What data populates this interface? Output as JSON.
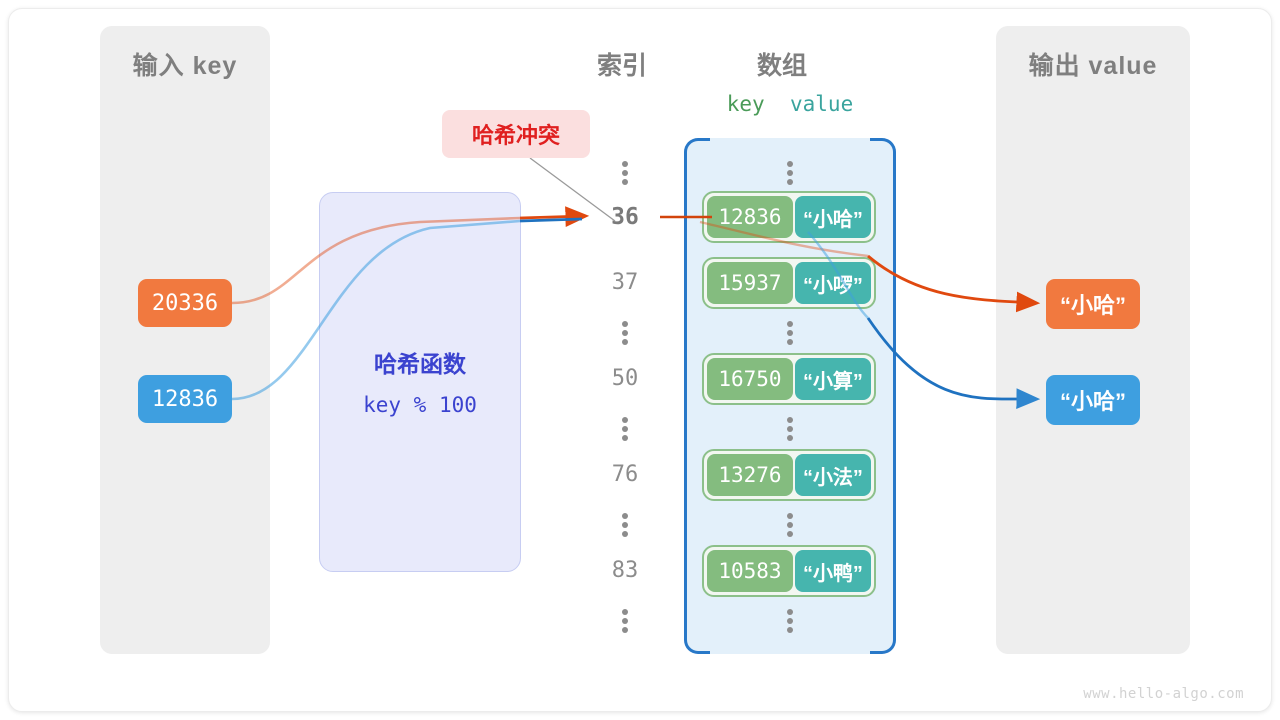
{
  "diagram": {
    "title_watermark": "www.hello-algo.com",
    "input_panel": {
      "title": "输入 key"
    },
    "output_panel": {
      "title": "输出 value"
    },
    "columns": {
      "index": "索引",
      "array": "数组",
      "key": "key",
      "value": "value"
    },
    "hash_function": {
      "title": "哈希函数",
      "formula": "key % 100"
    },
    "collision_label": "哈希冲突",
    "input_keys": [
      {
        "value": "20336",
        "color": "#f1793f"
      },
      {
        "value": "12836",
        "color": "#3e9fe0"
      }
    ],
    "output_values": [
      {
        "value": "“小哈”",
        "color": "#f1793f"
      },
      {
        "value": "“小哈”",
        "color": "#3e9fe0"
      }
    ],
    "indices": [
      {
        "label": "36",
        "highlight": true
      },
      {
        "label": "37",
        "highlight": false
      },
      {
        "label": "50",
        "highlight": false
      },
      {
        "label": "76",
        "highlight": false
      },
      {
        "label": "83",
        "highlight": false
      }
    ],
    "buckets": [
      {
        "key": "12836",
        "value": "“小哈”"
      },
      {
        "key": "15937",
        "value": "“小啰”"
      },
      {
        "key": "16750",
        "value": "“小算”"
      },
      {
        "key": "13276",
        "value": "“小法”"
      },
      {
        "key": "10583",
        "value": "“小鸭”"
      }
    ],
    "colors": {
      "panel_bg": "#eeeeee",
      "array_bg": "#e3f0fa",
      "bracket": "#2878c8",
      "cell_key": "#84bc7f",
      "cell_value": "#46b5ae",
      "cell_border": "#8cc08a",
      "hash_box_bg": "#e8eafb",
      "hash_text": "#3b43cf",
      "collision_bg": "#fbdfdf",
      "collision_text": "#e02020",
      "orange": "#f1793f",
      "blue": "#3e9fe0",
      "arrow_orange": "#e0490f",
      "arrow_blue": "#1f72c0",
      "label_gray": "#7f7f7f"
    }
  }
}
